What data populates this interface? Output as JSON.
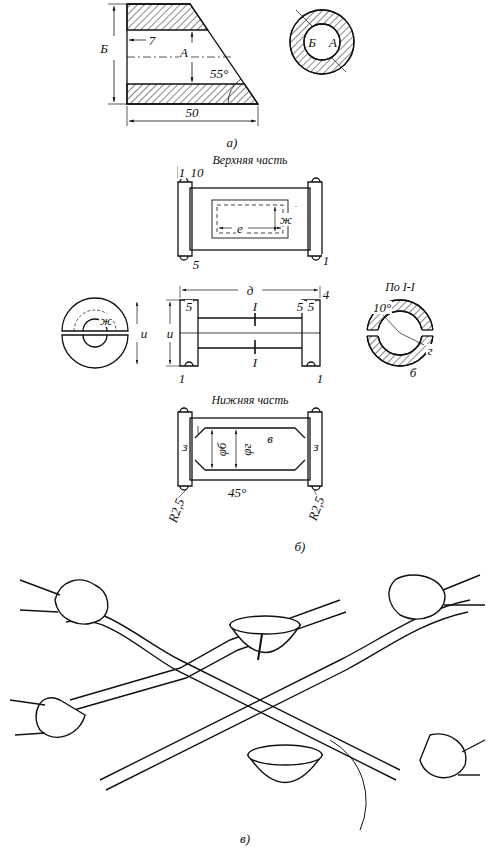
{
  "diagram": {
    "labels": [
      "Б",
      "7",
      "А",
      "55°",
      "50",
      "Б",
      "А",
      "а)",
      "Верхняя часть",
      "1",
      "10",
      "е",
      "ж",
      "5",
      "1",
      "5",
      "д",
      "5",
      "5",
      "4",
      "и",
      "ж",
      "и",
      "I",
      "I",
      "1",
      "1",
      "По I-I",
      "10°",
      "г",
      "б",
      "Нижняя часть",
      "з",
      "в",
      "з",
      "φб",
      "φг",
      "45°",
      "R2,5",
      "R2,5",
      "б)",
      "в)"
    ]
  }
}
